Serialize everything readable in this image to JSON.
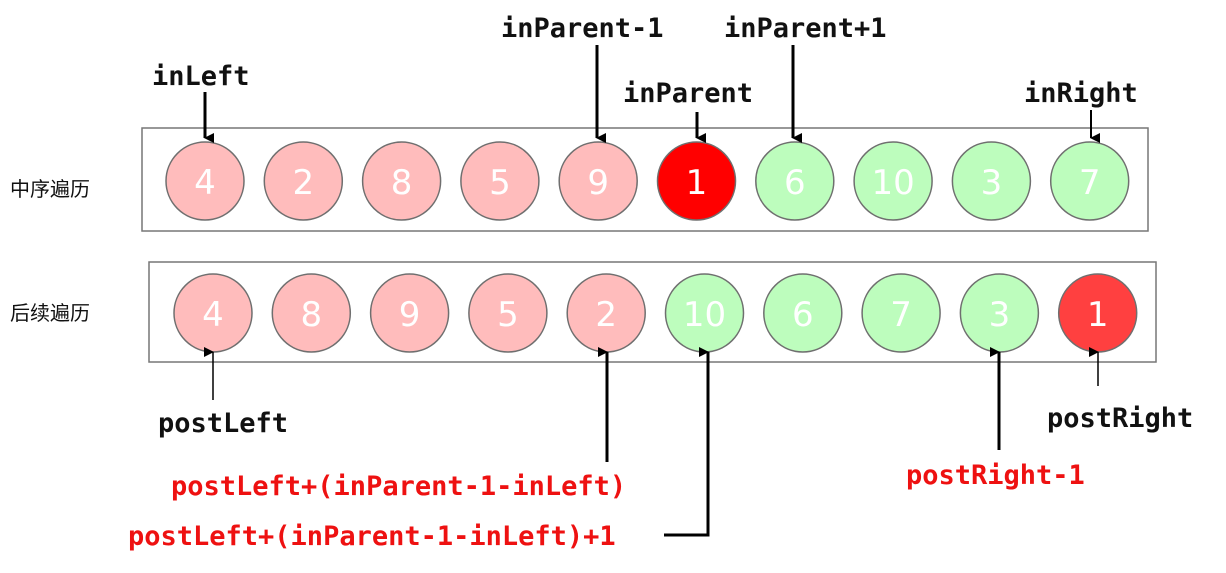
{
  "inorder": {
    "label": "中序遍历",
    "nodes": [
      {
        "value": "4",
        "group": "left"
      },
      {
        "value": "2",
        "group": "left"
      },
      {
        "value": "8",
        "group": "left"
      },
      {
        "value": "5",
        "group": "left"
      },
      {
        "value": "9",
        "group": "left"
      },
      {
        "value": "1",
        "group": "root"
      },
      {
        "value": "6",
        "group": "right"
      },
      {
        "value": "10",
        "group": "right"
      },
      {
        "value": "3",
        "group": "right"
      },
      {
        "value": "7",
        "group": "right"
      }
    ]
  },
  "postorder": {
    "label": "后续遍历",
    "nodes": [
      {
        "value": "4",
        "group": "left"
      },
      {
        "value": "8",
        "group": "left"
      },
      {
        "value": "9",
        "group": "left"
      },
      {
        "value": "5",
        "group": "left"
      },
      {
        "value": "2",
        "group": "left"
      },
      {
        "value": "10",
        "group": "right"
      },
      {
        "value": "6",
        "group": "right"
      },
      {
        "value": "7",
        "group": "right"
      },
      {
        "value": "3",
        "group": "right"
      },
      {
        "value": "1",
        "group": "root"
      }
    ]
  },
  "pointers": {
    "in_left": "inLeft",
    "in_parent_minus_1": "inParent-1",
    "in_parent": "inParent",
    "in_parent_plus_1": "inParent+1",
    "in_right": "inRight",
    "post_left": "postLeft",
    "post_left_end": "postLeft+(inParent-1-inLeft)",
    "post_right_start": "postLeft+(inParent-1-inLeft)+1",
    "post_right_minus_1": "postRight-1",
    "post_right": "postRight"
  },
  "colors": {
    "left": "#ffbcbc",
    "right": "#bdfdbd",
    "root_inorder": "#ff0000",
    "root_postorder": "#ff4040",
    "highlight_text": "#ee1111",
    "pointer_text": "#111111"
  }
}
